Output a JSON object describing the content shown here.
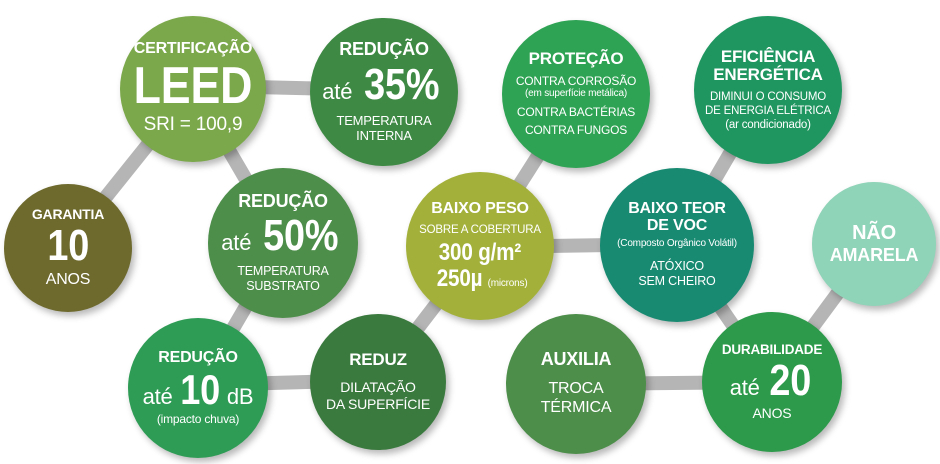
{
  "colors": {
    "olive": "#6e6a2e",
    "light_green": "#7ba84a",
    "mid_green": "#4d8e4a",
    "dark_green": "#3b7a3f",
    "bright_green": "#2fa354",
    "emerald": "#1f9660",
    "yellow_green": "#a3b13a",
    "teal": "#188a72",
    "mint": "#8fd3b8",
    "link_gray": "#b5b5b5"
  },
  "bubbles": {
    "certificacao": {
      "title": "CERTIFICAÇÃO",
      "big": "LEED",
      "sub": "SRI = 100,9"
    },
    "reducao35": {
      "title": "REDUÇÃO",
      "prefix": "até",
      "big": "35%",
      "line1": "TEMPERATURA",
      "line2": "INTERNA"
    },
    "protecao": {
      "title": "PROTEÇÃO",
      "line1": "CONTRA CORROSÃO",
      "line2": "(em superfície metálica)",
      "line3": "CONTRA BACTÉRIAS",
      "line4": "CONTRA FUNGOS"
    },
    "eficiencia": {
      "title1": "EFICIÊNCIA",
      "title2": "ENERGÉTICA",
      "line1": "DIMINUI O CONSUMO",
      "line2": "DE ENERGIA ELÉTRICA",
      "line3": "(ar condicionado)"
    },
    "garantia": {
      "title": "GARANTIA",
      "big": "10",
      "sub": "ANOS"
    },
    "reducao50": {
      "title": "REDUÇÃO",
      "prefix": "até",
      "big": "50%",
      "line1": "TEMPERATURA",
      "line2": "SUBSTRATO"
    },
    "baixopeso": {
      "title": "BAIXO PESO",
      "line1": "SOBRE A COBERTURA",
      "big1": "300 g/m²",
      "big2": "250µ",
      "unit": "(microns)"
    },
    "voc": {
      "title1": "BAIXO TEOR",
      "title2": "DE VOC",
      "line1": "(Composto Orgânico Volátil)",
      "line2": "ATÓXICO",
      "line3": "SEM CHEIRO"
    },
    "naoamarela": {
      "title1": "NÃO",
      "title2": "AMARELA"
    },
    "reducao10": {
      "title": "REDUÇÃO",
      "prefix": "até",
      "big": "10",
      "unit": "dB",
      "sub": "(impacto chuva)"
    },
    "reduz": {
      "title": "REDUZ",
      "line1": "DILATAÇÃO",
      "line2": "DA SUPERFÍCIE"
    },
    "auxilia": {
      "title": "AUXILIA",
      "line1": "TROCA",
      "line2": "TÉRMICA"
    },
    "durabilidade": {
      "title": "DURABILIDADE",
      "prefix": "até",
      "big": "20",
      "sub": "ANOS"
    }
  }
}
